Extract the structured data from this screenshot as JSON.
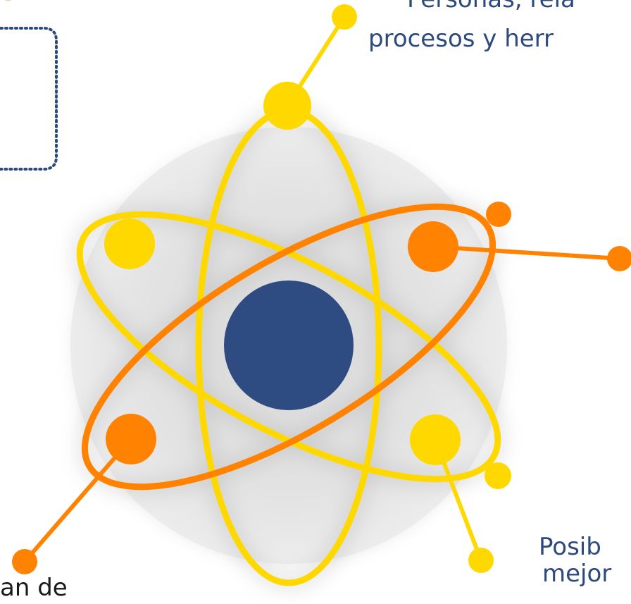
{
  "colors": {
    "core": "#2e4c82",
    "yellow": "#ffd800",
    "orange": "#ff8200",
    "halo": "#dedede",
    "dotted_border": "#2e4a7d",
    "text": "#2e4a7d"
  },
  "labels": {
    "top_line1": "Personas, rela",
    "top_line2": "procesos y herr",
    "bottom_right_line1": "Posib",
    "bottom_right_line2": "mejor",
    "bottom_left": "an de"
  },
  "icons": {
    "main": "atom-icon"
  }
}
